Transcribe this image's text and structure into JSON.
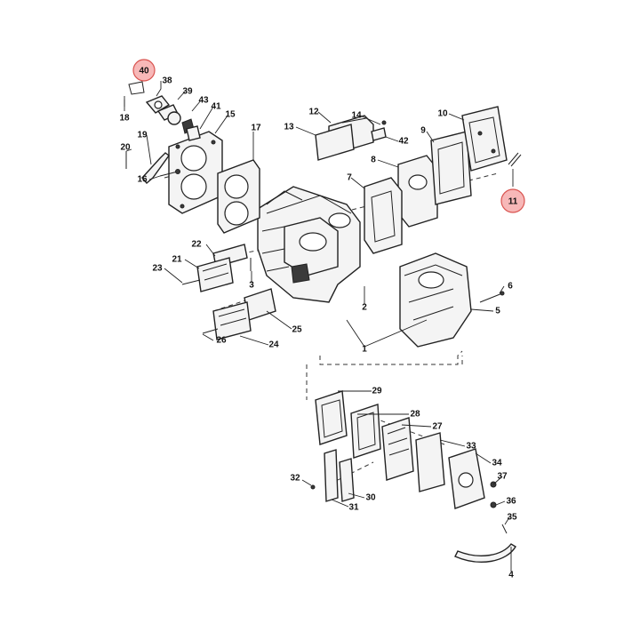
{
  "diagram": {
    "labels": {
      "l1": "1",
      "l2": "2",
      "l3": "3",
      "l4": "4",
      "l5": "5",
      "l6": "6",
      "l7": "7",
      "l8": "8",
      "l9": "9",
      "l10": "10",
      "l11": "11",
      "l12": "12",
      "l13": "13",
      "l14": "14",
      "l15": "15",
      "l16": "16",
      "l17": "17",
      "l18": "18",
      "l19": "19",
      "l20": "20",
      "l21": "21",
      "l22": "22",
      "l23": "23",
      "l24": "24",
      "l25": "25",
      "l26": "26",
      "l27": "27",
      "l28": "28",
      "l29": "29",
      "l30": "30",
      "l31": "31",
      "l32": "32",
      "l33": "33",
      "l34": "34",
      "l35": "35",
      "l36": "36",
      "l37": "37",
      "l38": "38",
      "l39": "39",
      "l40": "40",
      "l41": "41",
      "l42": "42",
      "l43": "43"
    },
    "highlight_color": "#f7b8b8"
  }
}
